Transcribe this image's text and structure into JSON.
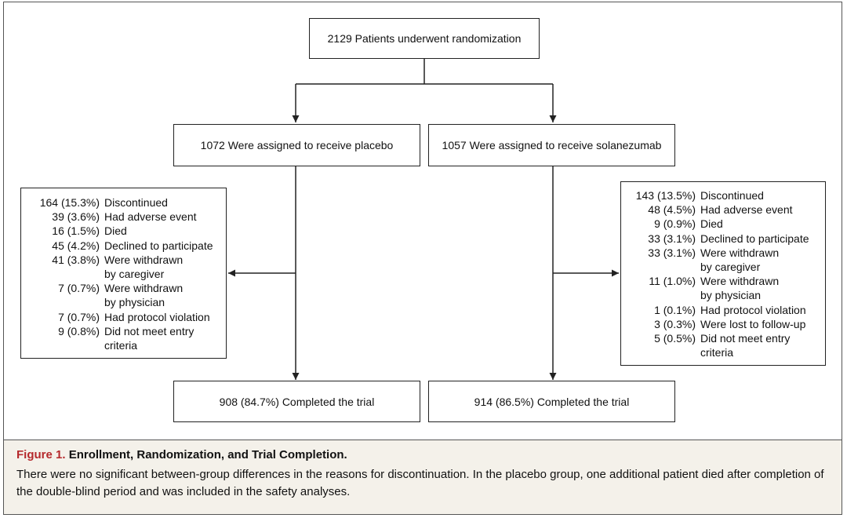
{
  "top_box": "2129 Patients underwent randomization",
  "placebo": {
    "assigned": "1072 Were assigned to receive placebo",
    "completed": "908 (84.7%) Completed the trial",
    "discontinued": [
      {
        "n": "164 (15.3%)",
        "text": "Discontinued",
        "level": 0
      },
      {
        "n": "39 (3.6%)",
        "text": "Had adverse event",
        "level": 1
      },
      {
        "n": "16 (1.5%)",
        "text": "Died",
        "level": 1
      },
      {
        "n": "45 (4.2%)",
        "text": "Declined to participate",
        "level": 1
      },
      {
        "n": "41 (3.8%)",
        "text": "Were withdrawn",
        "level": 1
      },
      {
        "n": "",
        "text": "by caregiver",
        "level": 2
      },
      {
        "n": "7 (0.7%)",
        "text": "Were withdrawn",
        "level": 1
      },
      {
        "n": "",
        "text": "by physician",
        "level": 2
      },
      {
        "n": "7 (0.7%)",
        "text": "Had protocol violation",
        "level": 1
      },
      {
        "n": "9 (0.8%)",
        "text": "Did not meet entry",
        "level": 1
      },
      {
        "n": "",
        "text": "criteria",
        "level": 2
      }
    ]
  },
  "solanezumab": {
    "assigned": "1057 Were assigned to receive solanezumab",
    "completed": "914 (86.5%) Completed the trial",
    "discontinued": [
      {
        "n": "143 (13.5%)",
        "text": "Discontinued",
        "level": 0
      },
      {
        "n": "48 (4.5%)",
        "text": "Had adverse event",
        "level": 1
      },
      {
        "n": "9 (0.9%)",
        "text": "Died",
        "level": 1
      },
      {
        "n": "33 (3.1%)",
        "text": "Declined to participate",
        "level": 1
      },
      {
        "n": "33 (3.1%)",
        "text": "Were withdrawn",
        "level": 1
      },
      {
        "n": "",
        "text": "by caregiver",
        "level": 2
      },
      {
        "n": "11 (1.0%)",
        "text": "Were withdrawn",
        "level": 1
      },
      {
        "n": "",
        "text": "by physician",
        "level": 2
      },
      {
        "n": "1 (0.1%)",
        "text": "Had protocol violation",
        "level": 1
      },
      {
        "n": "3 (0.3%)",
        "text": "Were lost to follow-up",
        "level": 1
      },
      {
        "n": "5 (0.5%)",
        "text": "Did not meet entry",
        "level": 1
      },
      {
        "n": "",
        "text": "criteria",
        "level": 2
      }
    ]
  },
  "caption": {
    "label": "Figure 1.",
    "title": "Enrollment, Randomization, and Trial Completion.",
    "body": "There were no significant between-group differences in the reasons for discontinuation. In the placebo group, one additional patient died after completion of the double-blind period and was included in the safety analyses."
  },
  "colors": {
    "caption_label": "#b5292c",
    "caption_bg": "#f4f1ea",
    "line": "#222222"
  }
}
